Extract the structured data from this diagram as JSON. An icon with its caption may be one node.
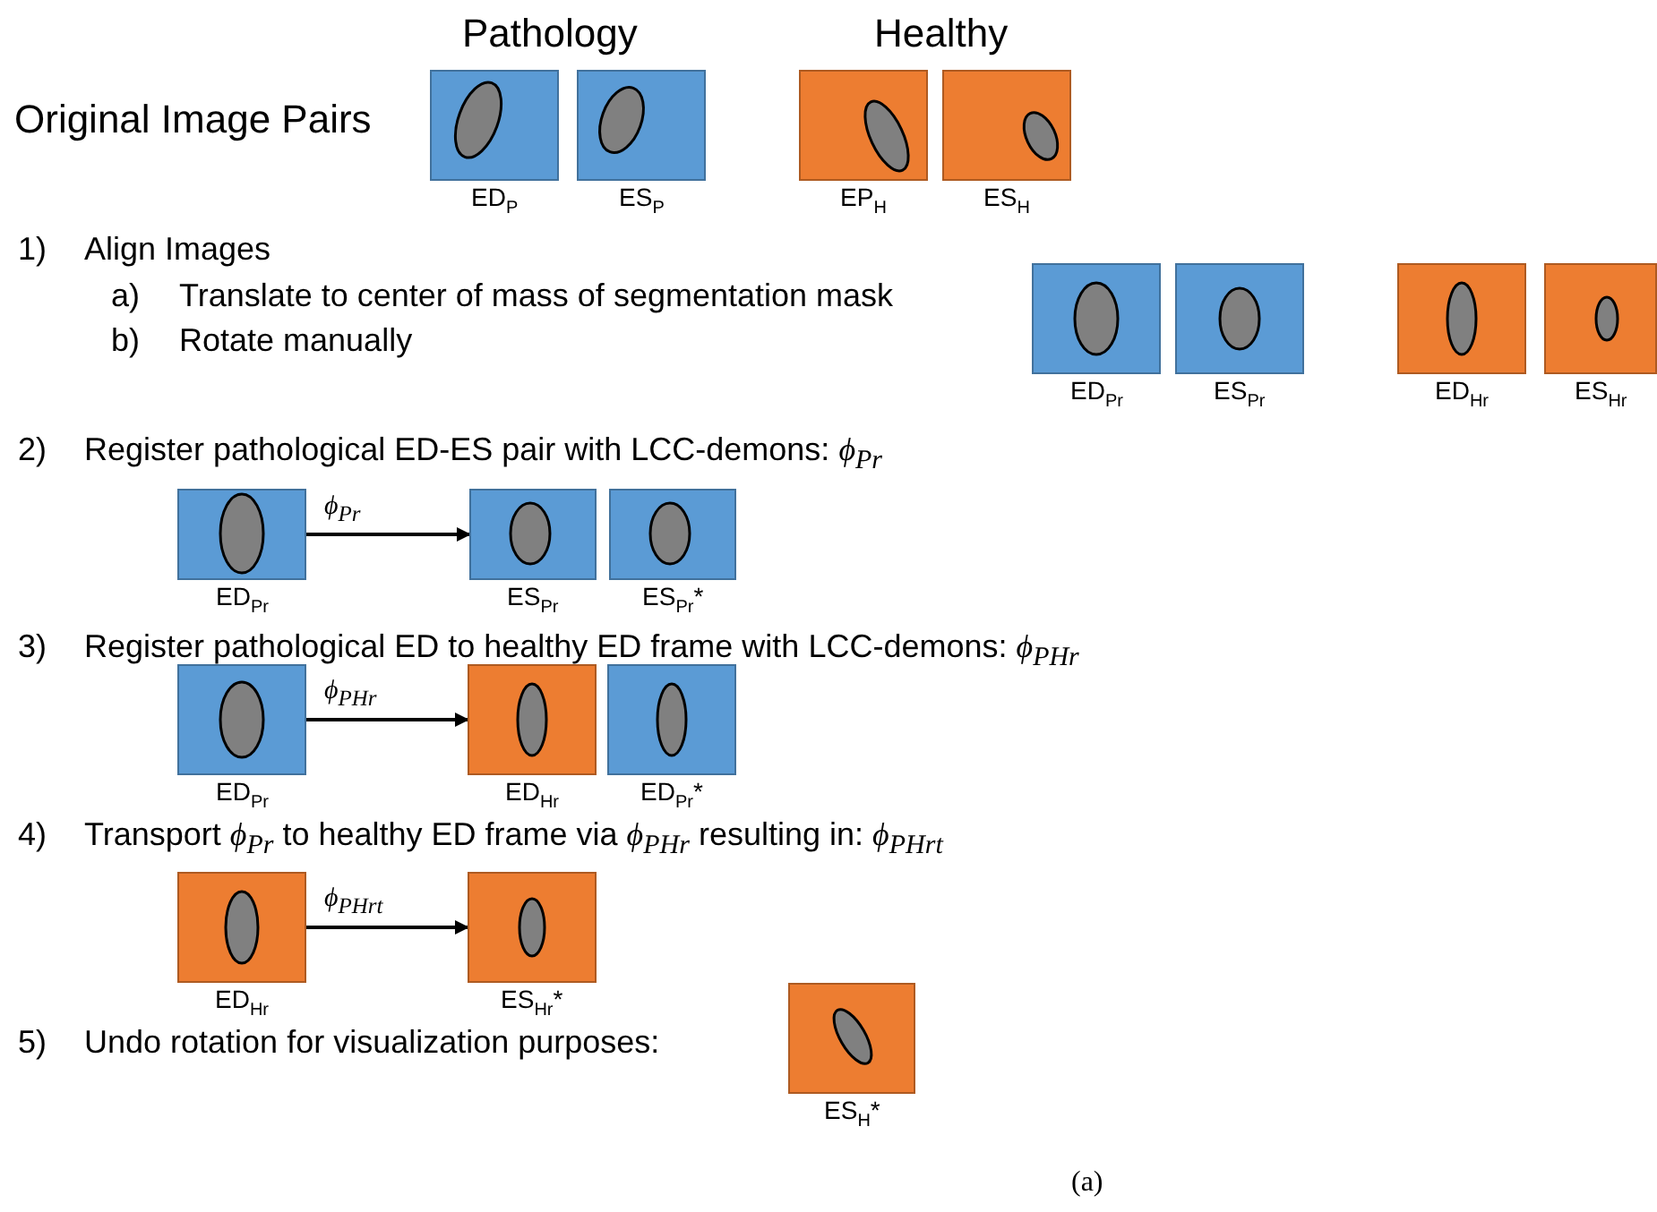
{
  "diagram": {
    "caption": "(a)",
    "nodes": [
      {
        "text": [],
        "shape": "picture",
        "beside": [
          "ED$_{P}$"
        ]
      },
      {
        "text": [],
        "shape": "picture",
        "beside": [
          "ES$_{P}$"
        ]
      },
      {
        "text": [],
        "shape": "picture",
        "beside": [
          "EP$_{H}$"
        ]
      },
      {
        "text": [],
        "shape": "picture",
        "beside": [
          "ES$_{H}$"
        ]
      },
      {
        "text": [],
        "shape": "picture",
        "beside": [
          "ED$_{Pr}$"
        ]
      },
      {
        "text": [],
        "shape": "picture",
        "beside": [
          "ES$_{Pr}$"
        ]
      },
      {
        "text": [],
        "shape": "picture",
        "beside": [
          "ED$_{Hr}$"
        ]
      },
      {
        "text": [],
        "shape": "picture",
        "beside": [
          "ES$_{Hr}$"
        ]
      },
      {
        "text": [],
        "shape": "picture",
        "beside": [
          "ED$_{Pr}$"
        ]
      },
      {
        "text": [],
        "shape": "picture",
        "beside": [
          "ES$_{Pr}$"
        ]
      },
      {
        "text": [],
        "shape": "picture",
        "beside": [
          "ES$_{Pr}$*"
        ]
      },
      {
        "text": [],
        "shape": "picture",
        "beside": [
          "ED$_{Pr}$"
        ]
      },
      {
        "text": [],
        "shape": "picture",
        "beside": [
          "ED$_{Hr}$"
        ]
      },
      {
        "text": [],
        "shape": "picture",
        "beside": [
          "ED$_{Pr}$*"
        ]
      },
      {
        "text": [],
        "shape": "picture",
        "beside": [
          "ED$_{Hr}$"
        ]
      },
      {
        "text": [],
        "shape": "picture",
        "beside": [
          "ES$_{Hr}$*"
        ]
      },
      {
        "text": [],
        "shape": "picture",
        "beside": [
          "ES$_{H}$*"
        ]
      }
    ],
    "edges": [
      {
        "from": 8,
        "to": 9,
        "arrow": "to",
        "label": "*ϕ*$_{Pr}$"
      },
      {
        "from": 11,
        "to": 12,
        "arrow": "to",
        "label": "*ϕ*$_{PHr}$"
      },
      {
        "from": 14,
        "to": 15,
        "arrow": "to",
        "label": "*ϕ*$_{PHrt}$"
      }
    ],
    "labels": [
      "Pathology",
      "Healthy",
      "Original Image Pairs",
      "1)",
      "Align Images",
      "a)",
      "Translate to center of mass of segmentation mask",
      "b)",
      "Rotate manually",
      "2)",
      "Register pathological ED-ES pair with LCC-demons: *ϕ*$_{Pr}$",
      "3)",
      "Register pathological ED to healthy ED frame with LCC-demons: *ϕ*$_{PHr}$",
      "4)",
      "Transport *ϕ*$_{Pr}$ to healthy ED frame via *ϕ*$_{PHr}$ resulting in: *ϕ*$_{PHrt}$",
      "5)",
      "Undo rotation for visualization purposes:"
    ]
  }
}
